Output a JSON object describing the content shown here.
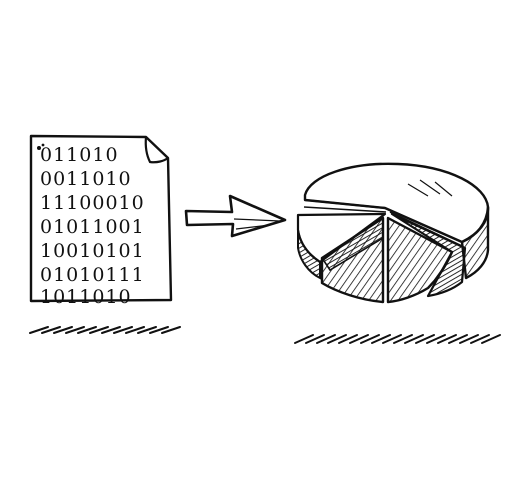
{
  "document": {
    "lines": [
      "011010",
      "0011010",
      "11100010",
      "01011001",
      "10010101",
      "01010111",
      "1011010"
    ]
  },
  "colors": {
    "ink": "#111111",
    "paper": "#ffffff"
  },
  "icons": {
    "document": "binary-document-icon",
    "arrow": "right-arrow-icon",
    "chart": "pie-chart-icon"
  }
}
